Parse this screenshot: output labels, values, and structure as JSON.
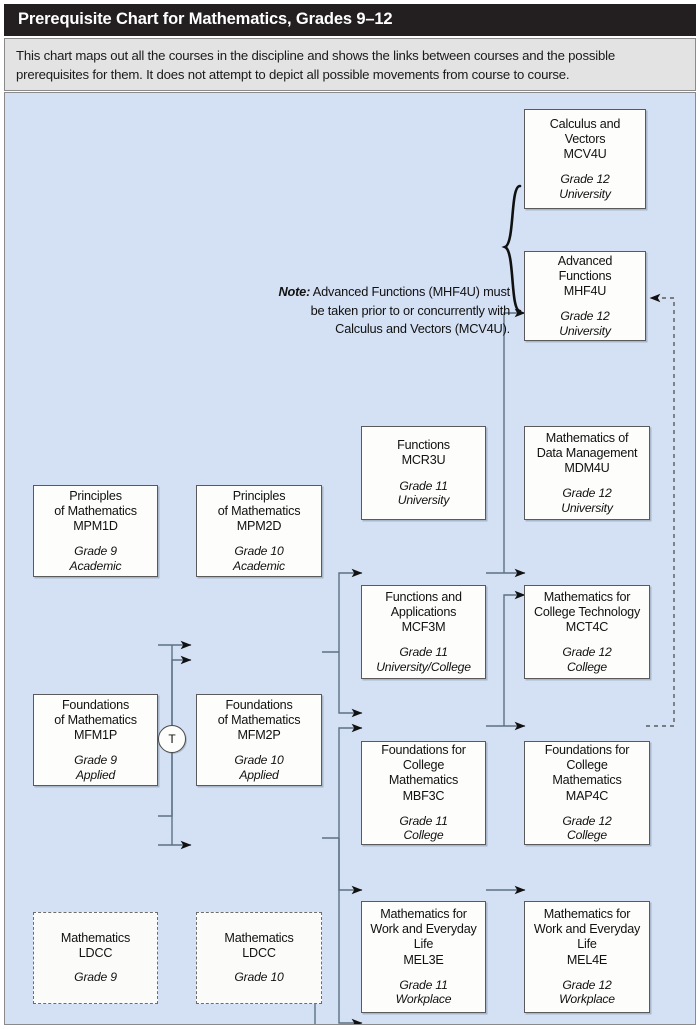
{
  "header": {
    "title": "Prerequisite Chart for Mathematics, Grades 9–12"
  },
  "description": {
    "text": "This chart maps out all the courses in the discipline and shows the links between courses and the possible prerequisites for them. It does not attempt to depict all possible movements from course to course."
  },
  "note": {
    "label": "Note:",
    "line1": " Advanced Functions (MHF4U) must",
    "line2": "be taken prior to or concurrently with",
    "line3": "Calculus and Vectors (MCV4U)."
  },
  "transfer_node": {
    "label": "T"
  },
  "colors": {
    "canvas_background": "#d4e1f4",
    "header_background": "#231f20",
    "header_text": "#ffffff",
    "description_background": "#e3e3e3",
    "box_fill": "#fdfdfb",
    "box_border": "#5a5a5a",
    "connector": "#5d7184"
  },
  "courses": [
    {
      "id": "mcv4u",
      "name_lines": [
        "Calculus and",
        "Vectors",
        "MCV4U"
      ],
      "grade": "Grade 12",
      "stream": "University",
      "style": "solid"
    },
    {
      "id": "mhf4u",
      "name_lines": [
        "Advanced",
        "Functions",
        "MHF4U"
      ],
      "grade": "Grade 12",
      "stream": "University",
      "style": "solid"
    },
    {
      "id": "mcr3u",
      "name_lines": [
        "Functions",
        "MCR3U"
      ],
      "grade": "Grade 11",
      "stream": "University",
      "style": "solid"
    },
    {
      "id": "mdm4u",
      "name_lines": [
        "Mathematics of",
        "Data Management",
        "MDM4U"
      ],
      "grade": "Grade 12",
      "stream": "University",
      "style": "solid"
    },
    {
      "id": "mpm1d",
      "name_lines": [
        "Principles",
        "of Mathematics",
        "MPM1D"
      ],
      "grade": "Grade 9",
      "stream": "Academic",
      "style": "solid"
    },
    {
      "id": "mpm2d",
      "name_lines": [
        "Principles",
        "of Mathematics",
        "MPM2D"
      ],
      "grade": "Grade 10",
      "stream": "Academic",
      "style": "solid"
    },
    {
      "id": "mcf3m",
      "name_lines": [
        "Functions and",
        "Applications",
        "MCF3M"
      ],
      "grade": "Grade 11",
      "stream": "University/College",
      "style": "solid"
    },
    {
      "id": "mct4c",
      "name_lines": [
        "Mathematics for",
        "College Technology",
        "MCT4C"
      ],
      "grade": "Grade 12",
      "stream": "College",
      "style": "solid"
    },
    {
      "id": "mfm1p",
      "name_lines": [
        "Foundations",
        "of Mathematics",
        "MFM1P"
      ],
      "grade": "Grade 9",
      "stream": "Applied",
      "style": "solid"
    },
    {
      "id": "mfm2p",
      "name_lines": [
        "Foundations",
        "of Mathematics",
        "MFM2P"
      ],
      "grade": "Grade 10",
      "stream": "Applied",
      "style": "solid"
    },
    {
      "id": "mbf3c",
      "name_lines": [
        "Foundations for",
        "College",
        "Mathematics",
        "MBF3C"
      ],
      "grade": "Grade 11",
      "stream": "College",
      "style": "solid"
    },
    {
      "id": "map4c",
      "name_lines": [
        "Foundations for",
        "College",
        "Mathematics",
        "MAP4C"
      ],
      "grade": "Grade 12",
      "stream": "College",
      "style": "solid"
    },
    {
      "id": "ldcc9",
      "name_lines": [
        "Mathematics",
        "LDCC"
      ],
      "grade": "Grade 9",
      "stream": "",
      "style": "dashed"
    },
    {
      "id": "ldcc10",
      "name_lines": [
        "Mathematics",
        "LDCC"
      ],
      "grade": "Grade 10",
      "stream": "",
      "style": "dashed"
    },
    {
      "id": "mel3e",
      "name_lines": [
        "Mathematics for",
        "Work and Everyday",
        "Life",
        "MEL3E"
      ],
      "grade": "Grade 11",
      "stream": "Workplace",
      "style": "solid"
    },
    {
      "id": "mel4e",
      "name_lines": [
        "Mathematics for",
        "Work and Everyday",
        "Life",
        "MEL4E"
      ],
      "grade": "Grade 12",
      "stream": "Workplace",
      "style": "solid"
    }
  ],
  "connections": [
    {
      "from": "mhf4u",
      "to": "mcv4u",
      "style": "dashed"
    },
    {
      "from": "mpm1d",
      "to": "mpm2d",
      "style": "solid"
    },
    {
      "from": "mpm1d",
      "to": "mfm1p",
      "style": "transfer"
    },
    {
      "from": "mfm1p",
      "to": "mpm2d",
      "style": "solid"
    },
    {
      "from": "mfm1p",
      "to": "mfm2p",
      "style": "solid"
    },
    {
      "from": "mpm2d",
      "to": "mcr3u",
      "style": "solid"
    },
    {
      "from": "mpm2d",
      "to": "mcf3m",
      "style": "solid"
    },
    {
      "from": "mcr3u",
      "to": "mdm4u",
      "style": "solid"
    },
    {
      "from": "mcr3u",
      "to": "mhf4u",
      "style": "solid"
    },
    {
      "from": "mcf3m",
      "to": "mdm4u",
      "style": "solid"
    },
    {
      "from": "mcf3m",
      "to": "mct4c",
      "style": "solid"
    },
    {
      "from": "mfm2p",
      "to": "mcf3m",
      "style": "solid"
    },
    {
      "from": "mfm2p",
      "to": "mbf3c",
      "style": "solid"
    },
    {
      "from": "mfm2p",
      "to": "mel3e",
      "style": "solid"
    },
    {
      "from": "mbf3c",
      "to": "map4c",
      "style": "solid"
    },
    {
      "from": "mbf3c",
      "to": "mel3e",
      "style": "solid"
    },
    {
      "from": "ldcc9",
      "to": "ldcc10",
      "style": "solid"
    },
    {
      "from": "ldcc10",
      "to": "mel3e",
      "style": "solid"
    },
    {
      "from": "mel3e",
      "to": "mel4e",
      "style": "solid"
    },
    {
      "from": "mct4c",
      "to": "mhf4u",
      "style": "dashed"
    }
  ]
}
